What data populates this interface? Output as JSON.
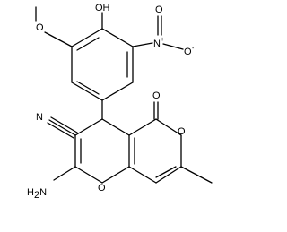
{
  "structure": {
    "atom_labels": {
      "hydroxyl": "OH",
      "methoxy_oxygen": "O",
      "nitro_nitrogen": "N",
      "nitro_nitrogen_charge": "+",
      "nitro_oxygen_top": "O",
      "nitro_oxygen_right": "O",
      "nitro_oxygen_charge": "-",
      "nitrile_nitrogen": "N",
      "lactone_carbonyl_oxygen": "O",
      "lactone_ring_oxygen": "O",
      "pyran_ring_oxygen": "O",
      "amino": "H",
      "amino_suffix": "N",
      "amino_subscript": "2"
    }
  }
}
